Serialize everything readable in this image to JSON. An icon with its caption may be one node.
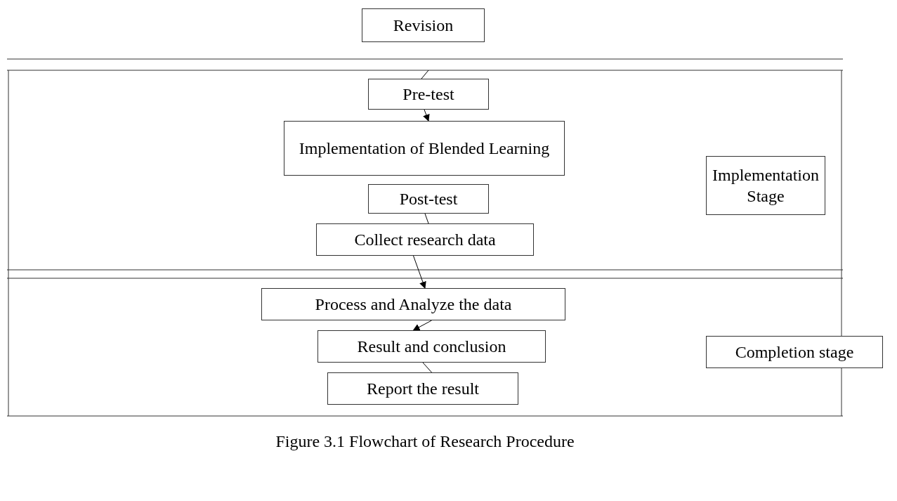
{
  "diagram": {
    "caption": "Figure 3.1 Flowchart of Research Procedure",
    "nodes": [
      {
        "text": [
          "Revision"
        ]
      },
      {
        "text": [
          "Pre-test"
        ]
      },
      {
        "text": [
          "Implementation of Blended Learning"
        ]
      },
      {
        "text": [
          "Post-test"
        ]
      },
      {
        "text": [
          "Collect research data"
        ]
      },
      {
        "text": [
          "Process and Analyze the data"
        ]
      },
      {
        "text": [
          "Result and conclusion"
        ]
      },
      {
        "text": [
          "Report the result"
        ]
      },
      {
        "text": [
          "Implementation Stage"
        ]
      },
      {
        "text": [
          "Completion stage"
        ]
      }
    ],
    "edges": [
      {
        "from": null,
        "to": 1,
        "arrow": "none"
      },
      {
        "from": 1,
        "to": 2,
        "arrow": "to"
      },
      {
        "from": 3,
        "to": 4,
        "arrow": "none"
      },
      {
        "from": 4,
        "to": 5,
        "arrow": "to"
      },
      {
        "from": 5,
        "to": 6,
        "arrow": "to"
      },
      {
        "from": 6,
        "to": 7,
        "arrow": "none"
      }
    ]
  }
}
